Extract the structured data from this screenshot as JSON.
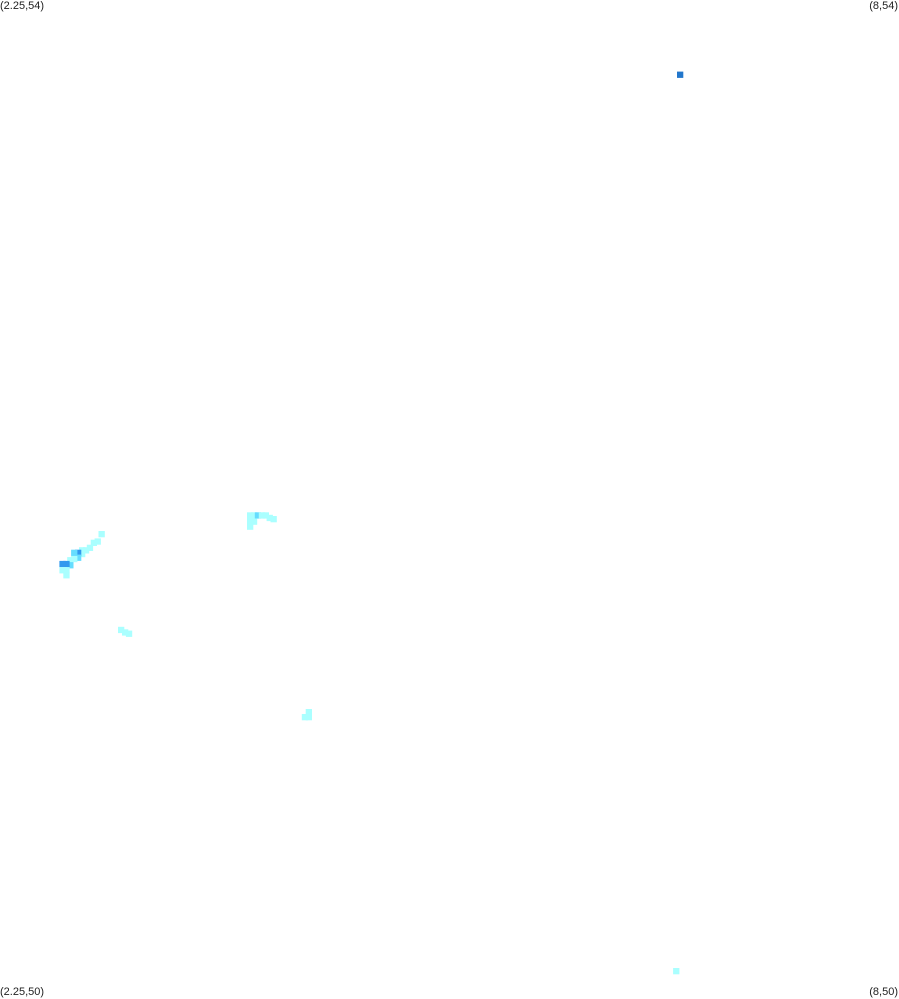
{
  "map": {
    "corners": {
      "top_left": "(2.25,54)",
      "top_right": "(8,54)",
      "bottom_left": "(2.25,50)",
      "bottom_right": "(8,50)"
    },
    "extent": {
      "lon_min": 2.25,
      "lon_max": 8,
      "lat_min": 50,
      "lat_max": 54
    },
    "cell_size_deg": 0.025,
    "colors": {
      "background": "#ffffff",
      "low": "#aaffff",
      "mid": "#66ddff",
      "high": "#3399ee",
      "peak": "#2277cc"
    },
    "cells": [
      {
        "lon": 6.6,
        "lat": 53.7,
        "level": "peak"
      },
      {
        "lon": 3.85,
        "lat": 51.93,
        "level": "low"
      },
      {
        "lon": 3.875,
        "lat": 51.93,
        "level": "low"
      },
      {
        "lon": 3.9,
        "lat": 51.93,
        "level": "mid"
      },
      {
        "lon": 3.925,
        "lat": 51.93,
        "level": "low"
      },
      {
        "lon": 3.95,
        "lat": 51.93,
        "level": "low"
      },
      {
        "lon": 3.975,
        "lat": 51.92,
        "level": "low"
      },
      {
        "lon": 4.0,
        "lat": 51.915,
        "level": "low"
      },
      {
        "lon": 3.85,
        "lat": 51.905,
        "level": "low"
      },
      {
        "lon": 3.875,
        "lat": 51.905,
        "level": "low"
      },
      {
        "lon": 3.85,
        "lat": 51.885,
        "level": "low"
      },
      {
        "lon": 2.9,
        "lat": 51.855,
        "level": "low"
      },
      {
        "lon": 2.875,
        "lat": 51.825,
        "level": "low"
      },
      {
        "lon": 2.85,
        "lat": 51.82,
        "level": "low"
      },
      {
        "lon": 2.825,
        "lat": 51.8,
        "level": "low"
      },
      {
        "lon": 2.8,
        "lat": 51.79,
        "level": "low"
      },
      {
        "lon": 2.775,
        "lat": 51.79,
        "level": "low"
      },
      {
        "lon": 2.775,
        "lat": 51.775,
        "level": "low"
      },
      {
        "lon": 2.75,
        "lat": 51.78,
        "level": "high"
      },
      {
        "lon": 2.725,
        "lat": 51.78,
        "level": "mid"
      },
      {
        "lon": 2.75,
        "lat": 51.76,
        "level": "mid"
      },
      {
        "lon": 2.725,
        "lat": 51.755,
        "level": "low"
      },
      {
        "lon": 2.7,
        "lat": 51.75,
        "level": "low"
      },
      {
        "lon": 2.7,
        "lat": 51.73,
        "level": "mid"
      },
      {
        "lon": 2.675,
        "lat": 51.735,
        "level": "high"
      },
      {
        "lon": 2.65,
        "lat": 51.735,
        "level": "high"
      },
      {
        "lon": 2.675,
        "lat": 51.71,
        "level": "low"
      },
      {
        "lon": 2.65,
        "lat": 51.71,
        "level": "low"
      },
      {
        "lon": 2.675,
        "lat": 51.69,
        "level": "low"
      },
      {
        "lon": 3.025,
        "lat": 51.47,
        "level": "low"
      },
      {
        "lon": 3.05,
        "lat": 51.46,
        "level": "low"
      },
      {
        "lon": 3.075,
        "lat": 51.455,
        "level": "low"
      },
      {
        "lon": 4.225,
        "lat": 51.14,
        "level": "low"
      },
      {
        "lon": 4.2,
        "lat": 51.12,
        "level": "low"
      },
      {
        "lon": 4.225,
        "lat": 51.12,
        "level": "low"
      },
      {
        "lon": 6.575,
        "lat": 50.1,
        "level": "low"
      }
    ]
  }
}
